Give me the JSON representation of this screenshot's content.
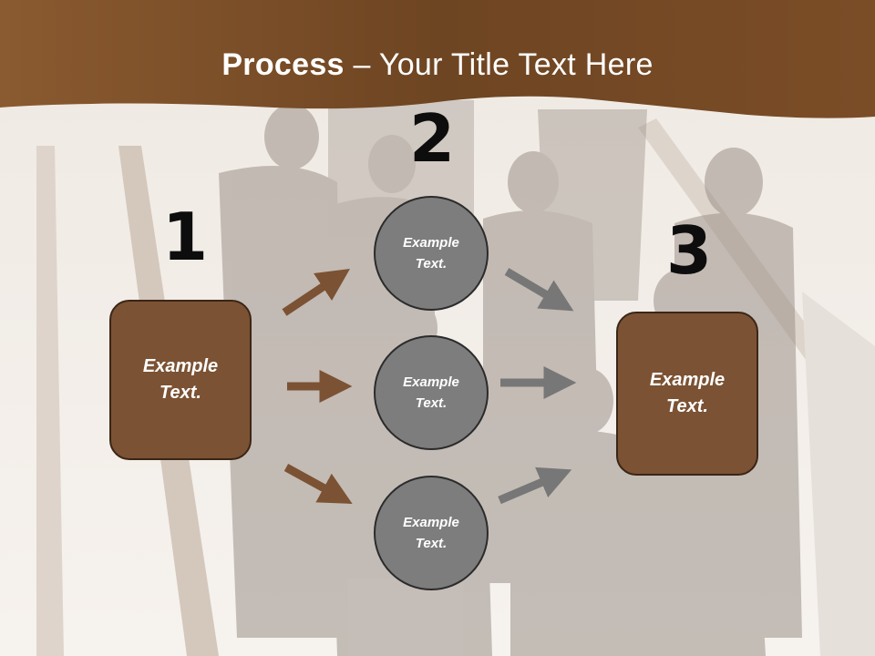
{
  "slide": {
    "title_bold": "Process",
    "title_rest": " – Your Title Text Here",
    "numbers": [
      "1",
      "2",
      "3"
    ],
    "left_box": "Example\nText.",
    "right_box": "Example\nText.",
    "circles": [
      "Example\nText.",
      "Example\nText.",
      "Example\nText."
    ]
  },
  "colors": {
    "header_brown": "#7a4f2a",
    "box_brown": "#7b5233",
    "circle_gray": "#7d7d7d",
    "arrow_brown": "#7b5233",
    "arrow_gray": "#777777"
  }
}
